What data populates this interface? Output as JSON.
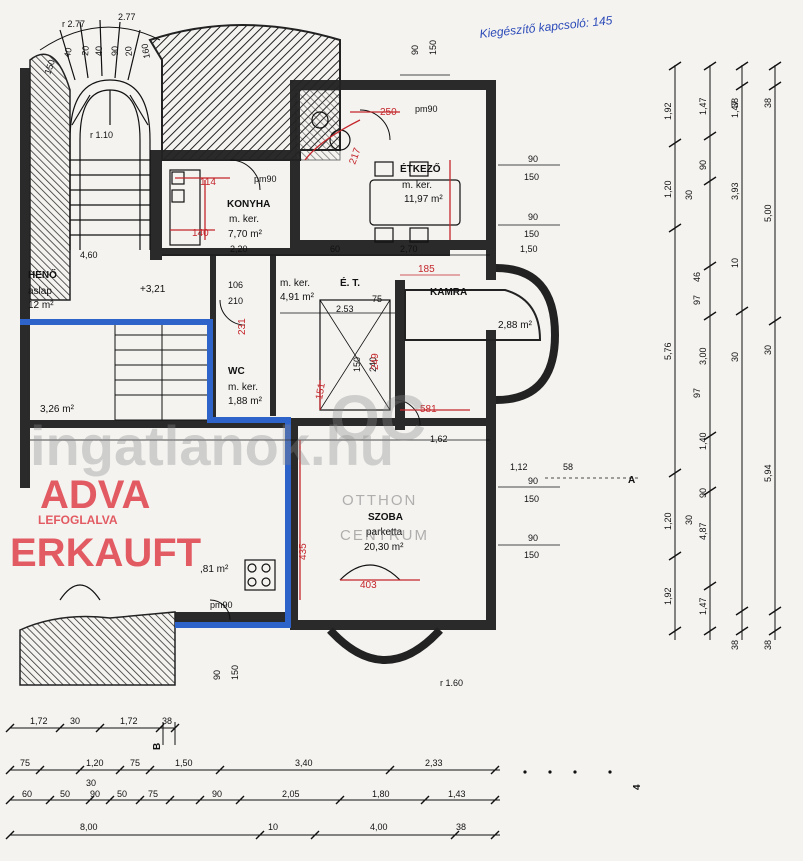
{
  "handwritten_note": "Kiegészítő kapcsoló: 145",
  "rooms": {
    "konyha_name": "KONYHA",
    "konyha_floor": "m. ker.",
    "konyha_area": "7,70 m²",
    "etkezo_name": "ÉTKEZŐ",
    "etkezo_floor": "m. ker.",
    "etkezo_area": "11,97 m²",
    "et_label": "É. T.",
    "et_floor": "m. ker.",
    "et_area": "4,91 m²",
    "kamra_name": "KAMRA",
    "kamra_area": "2,88 m²",
    "wc_name": "WC",
    "wc_floor": "m. ker.",
    "wc_area": "1,88 m²",
    "szoba_name": "SZOBA",
    "szoba_floor": "parketta",
    "szoba_area": "20,30 m²",
    "left_name": "HENŐ",
    "left_floor": "aslap",
    "left_area": "12 m²",
    "small_area": "3,26 m²",
    "bottom_area": ",81 m²",
    "level": "+3,21"
  },
  "door_labels": {
    "pm90_a": "pm90",
    "pm90_b": "pm90",
    "pm90_c": "pm90"
  },
  "labels": {
    "section_a": "A",
    "radius_top": "r 1.10",
    "radius_bottom": "r 1.60",
    "r277_a": "r 2.77",
    "r277_b": "2.77"
  },
  "watermark": {
    "logo": "OC",
    "text": "ingatlanok.hu",
    "sub1": "OTTHON",
    "sub2": "CENTRUM"
  },
  "stamp": {
    "line1": "ADVA",
    "line2": "ERKAUFT",
    "mid": "LEFOGLALVA"
  },
  "red_marks": [
    "250",
    "217",
    "185",
    "581",
    "403",
    "435",
    "151",
    "140",
    "114",
    "231",
    "249"
  ],
  "dims_inner": {
    "d220": "2,20",
    "d60": "60",
    "d270": "2,70",
    "d150a": "1,50",
    "d460": "4,60",
    "d253": "2.53",
    "d75": "75",
    "d106": "106",
    "d210": "210",
    "d150c": "150",
    "d240": "240",
    "d162": "1,62",
    "d112": "1,12",
    "d58": "58",
    "d90top": "90",
    "d150top": "150",
    "d90bot": "90",
    "d150bot": "150"
  },
  "dims_right_windows": [
    {
      "a": "90",
      "b": "150"
    },
    {
      "a": "90",
      "b": "150"
    },
    {
      "a": "90",
      "b": "150"
    },
    {
      "a": "90",
      "b": "150"
    }
  ],
  "dims_vertical": {
    "c1": [
      "1,92",
      "1,20",
      "5,76",
      "1,20",
      "1,92"
    ],
    "c2": [
      "1,47",
      "90",
      "3,00",
      "1,40",
      "4,87",
      "90",
      "1,47"
    ],
    "c3": [
      "30",
      "3,93",
      "46",
      "97",
      "97",
      "30"
    ],
    "c4": [
      "1,47",
      "5,00",
      "10",
      "30",
      "5,94",
      "38"
    ],
    "c5": [
      "38",
      "38",
      "30",
      "38"
    ]
  },
  "dims_bottom": {
    "row1": [
      "1,72",
      "30",
      "1,72",
      "38"
    ],
    "row2": [
      "75",
      "1,20",
      "75",
      "1,50",
      "3,40",
      "2,33"
    ],
    "row3": [
      "30",
      "60",
      "50",
      "90",
      "50",
      "75",
      "90",
      "2,05",
      "1,80",
      "1,43"
    ],
    "row4": [
      "8,00",
      "10",
      "4,00",
      "38"
    ]
  },
  "stairs": [
    "150",
    "40",
    "20",
    "40",
    "90",
    "20",
    "160"
  ],
  "section_mark": "B",
  "section_mark2": "4"
}
